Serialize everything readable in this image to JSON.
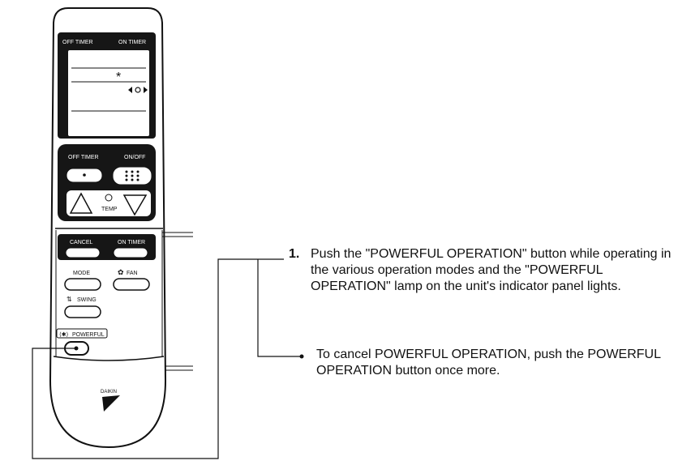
{
  "remote": {
    "display": {
      "off_timer": "OFF TIMER",
      "on_timer": "ON TIMER",
      "mode_icon": "snowflake-icon",
      "powerful_icon": "powerful-fan-icon"
    },
    "buttons": {
      "off_timer": "OFF TIMER",
      "on_off": "ON/OFF",
      "temp": "TEMP",
      "cancel": "CANCEL",
      "on_timer": "ON TIMER",
      "mode": "MODE",
      "fan": "FAN",
      "swing": "SWING",
      "powerful": "POWERFUL"
    },
    "brand": "DAIKIN"
  },
  "instructions": {
    "step_number": "1.",
    "step_text": "Push the \"POWERFUL OPERATION\" button while operating in the various operation modes and the \"POWERFUL OPERATION\" lamp on the unit's indicator panel lights.",
    "cancel_text": "To cancel POWERFUL OPERATION, push the POWERFUL OPERATION button once more."
  }
}
